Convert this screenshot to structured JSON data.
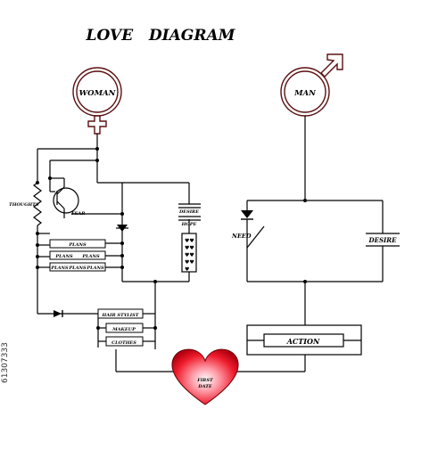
{
  "diagram": {
    "title": "LOVE   DIAGRAM",
    "woman_label": "WOMAN",
    "man_label": "MAN",
    "thoughts_label": "THOUGHTS",
    "fear_label": "FEAR",
    "desire_label": "DESIRE",
    "hope_label": "HOPE",
    "plans_1": "PLANS",
    "plans_2a": "PLANS",
    "plans_2b": "PLANS",
    "plans_3a": "PLANS",
    "plans_3b": "PLANS",
    "plans_3c": "PLANS",
    "hair_stylist_label": "HAIR STYLIST",
    "makeup_label": "MAKEUP",
    "clothes_label": "CLOTHES",
    "need_label": "NEED",
    "man_desire_label": "DESIRE",
    "action_label": "ACTION",
    "first_date_line1": "FIRST",
    "first_date_line2": "DATE",
    "stock_id": "61307333"
  },
  "colors": {
    "line": "#000000",
    "symbol_stroke": "#5a1010",
    "heart_red": "#e01020",
    "heart_light": "#ffffff"
  }
}
